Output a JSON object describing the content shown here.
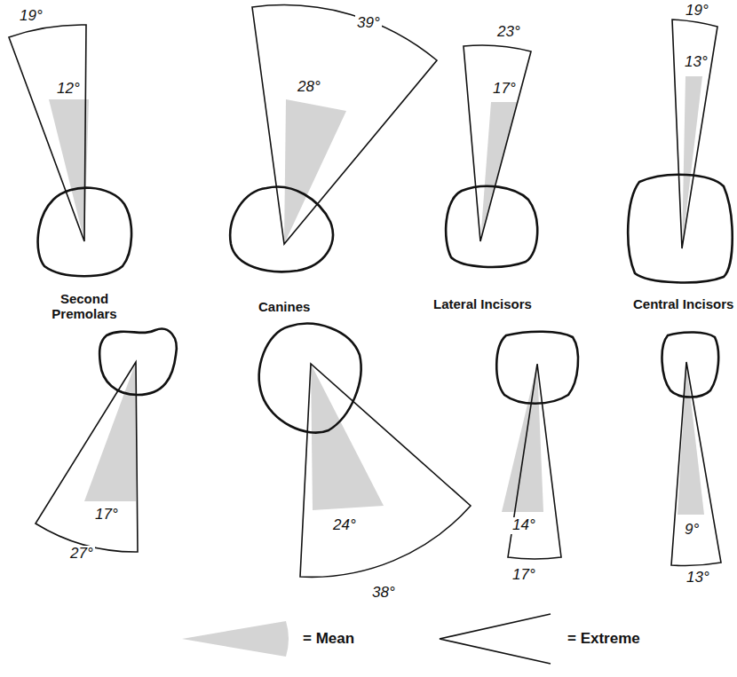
{
  "diagram": {
    "labels": [
      "19°",
      "39°",
      "23°",
      "19°",
      "12°",
      "28°",
      "17°",
      "13°",
      "Second Premolars",
      "Canines",
      "Lateral Incisors",
      "Central Incisors",
      "17°",
      "24°",
      "14°",
      "9°",
      "27°",
      "38°",
      "17°",
      "13°"
    ],
    "legend": [
      {
        "text": "= Mean"
      },
      {
        "text": "= Extreme"
      }
    ]
  }
}
